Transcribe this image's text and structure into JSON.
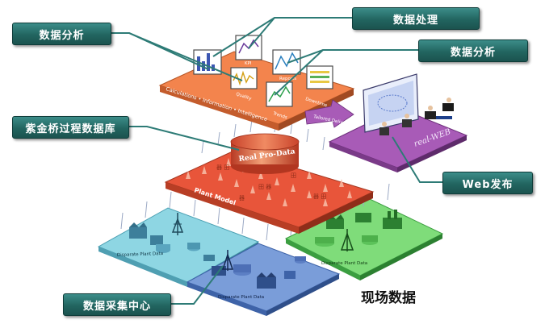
{
  "callouts": {
    "data_analysis_left": "数据分析",
    "data_processing": "数据处理",
    "data_analysis_right": "数据分析",
    "database": "紫金桥过程数据库",
    "web_publish": "Web发布",
    "data_collection": "数据采集中心"
  },
  "field_label": "现场数据",
  "analysis_layer": {
    "tagline": "Calculations • Information • Intelligence",
    "chart_labels": [
      "KPI",
      "Quality",
      "Reports",
      "Trends",
      "Downtime"
    ]
  },
  "database_cylinder": {
    "label": "Real Pro-Data"
  },
  "plant_model": {
    "label": "Plant Model"
  },
  "web_layer": {
    "arrow_label": "Tailored Delivery",
    "label": "real-WEB"
  },
  "plant_sites": {
    "label": "Disparate Plant Data"
  },
  "colors": {
    "analysis_layer": "#f3844d",
    "plant_model_layer": "#e8553a",
    "web_layer": "#a85bb7",
    "site_teal": "#8ed6e3",
    "site_blue": "#7a9dd9",
    "site_green": "#7fdc7a",
    "callout_bg": "#226560"
  }
}
